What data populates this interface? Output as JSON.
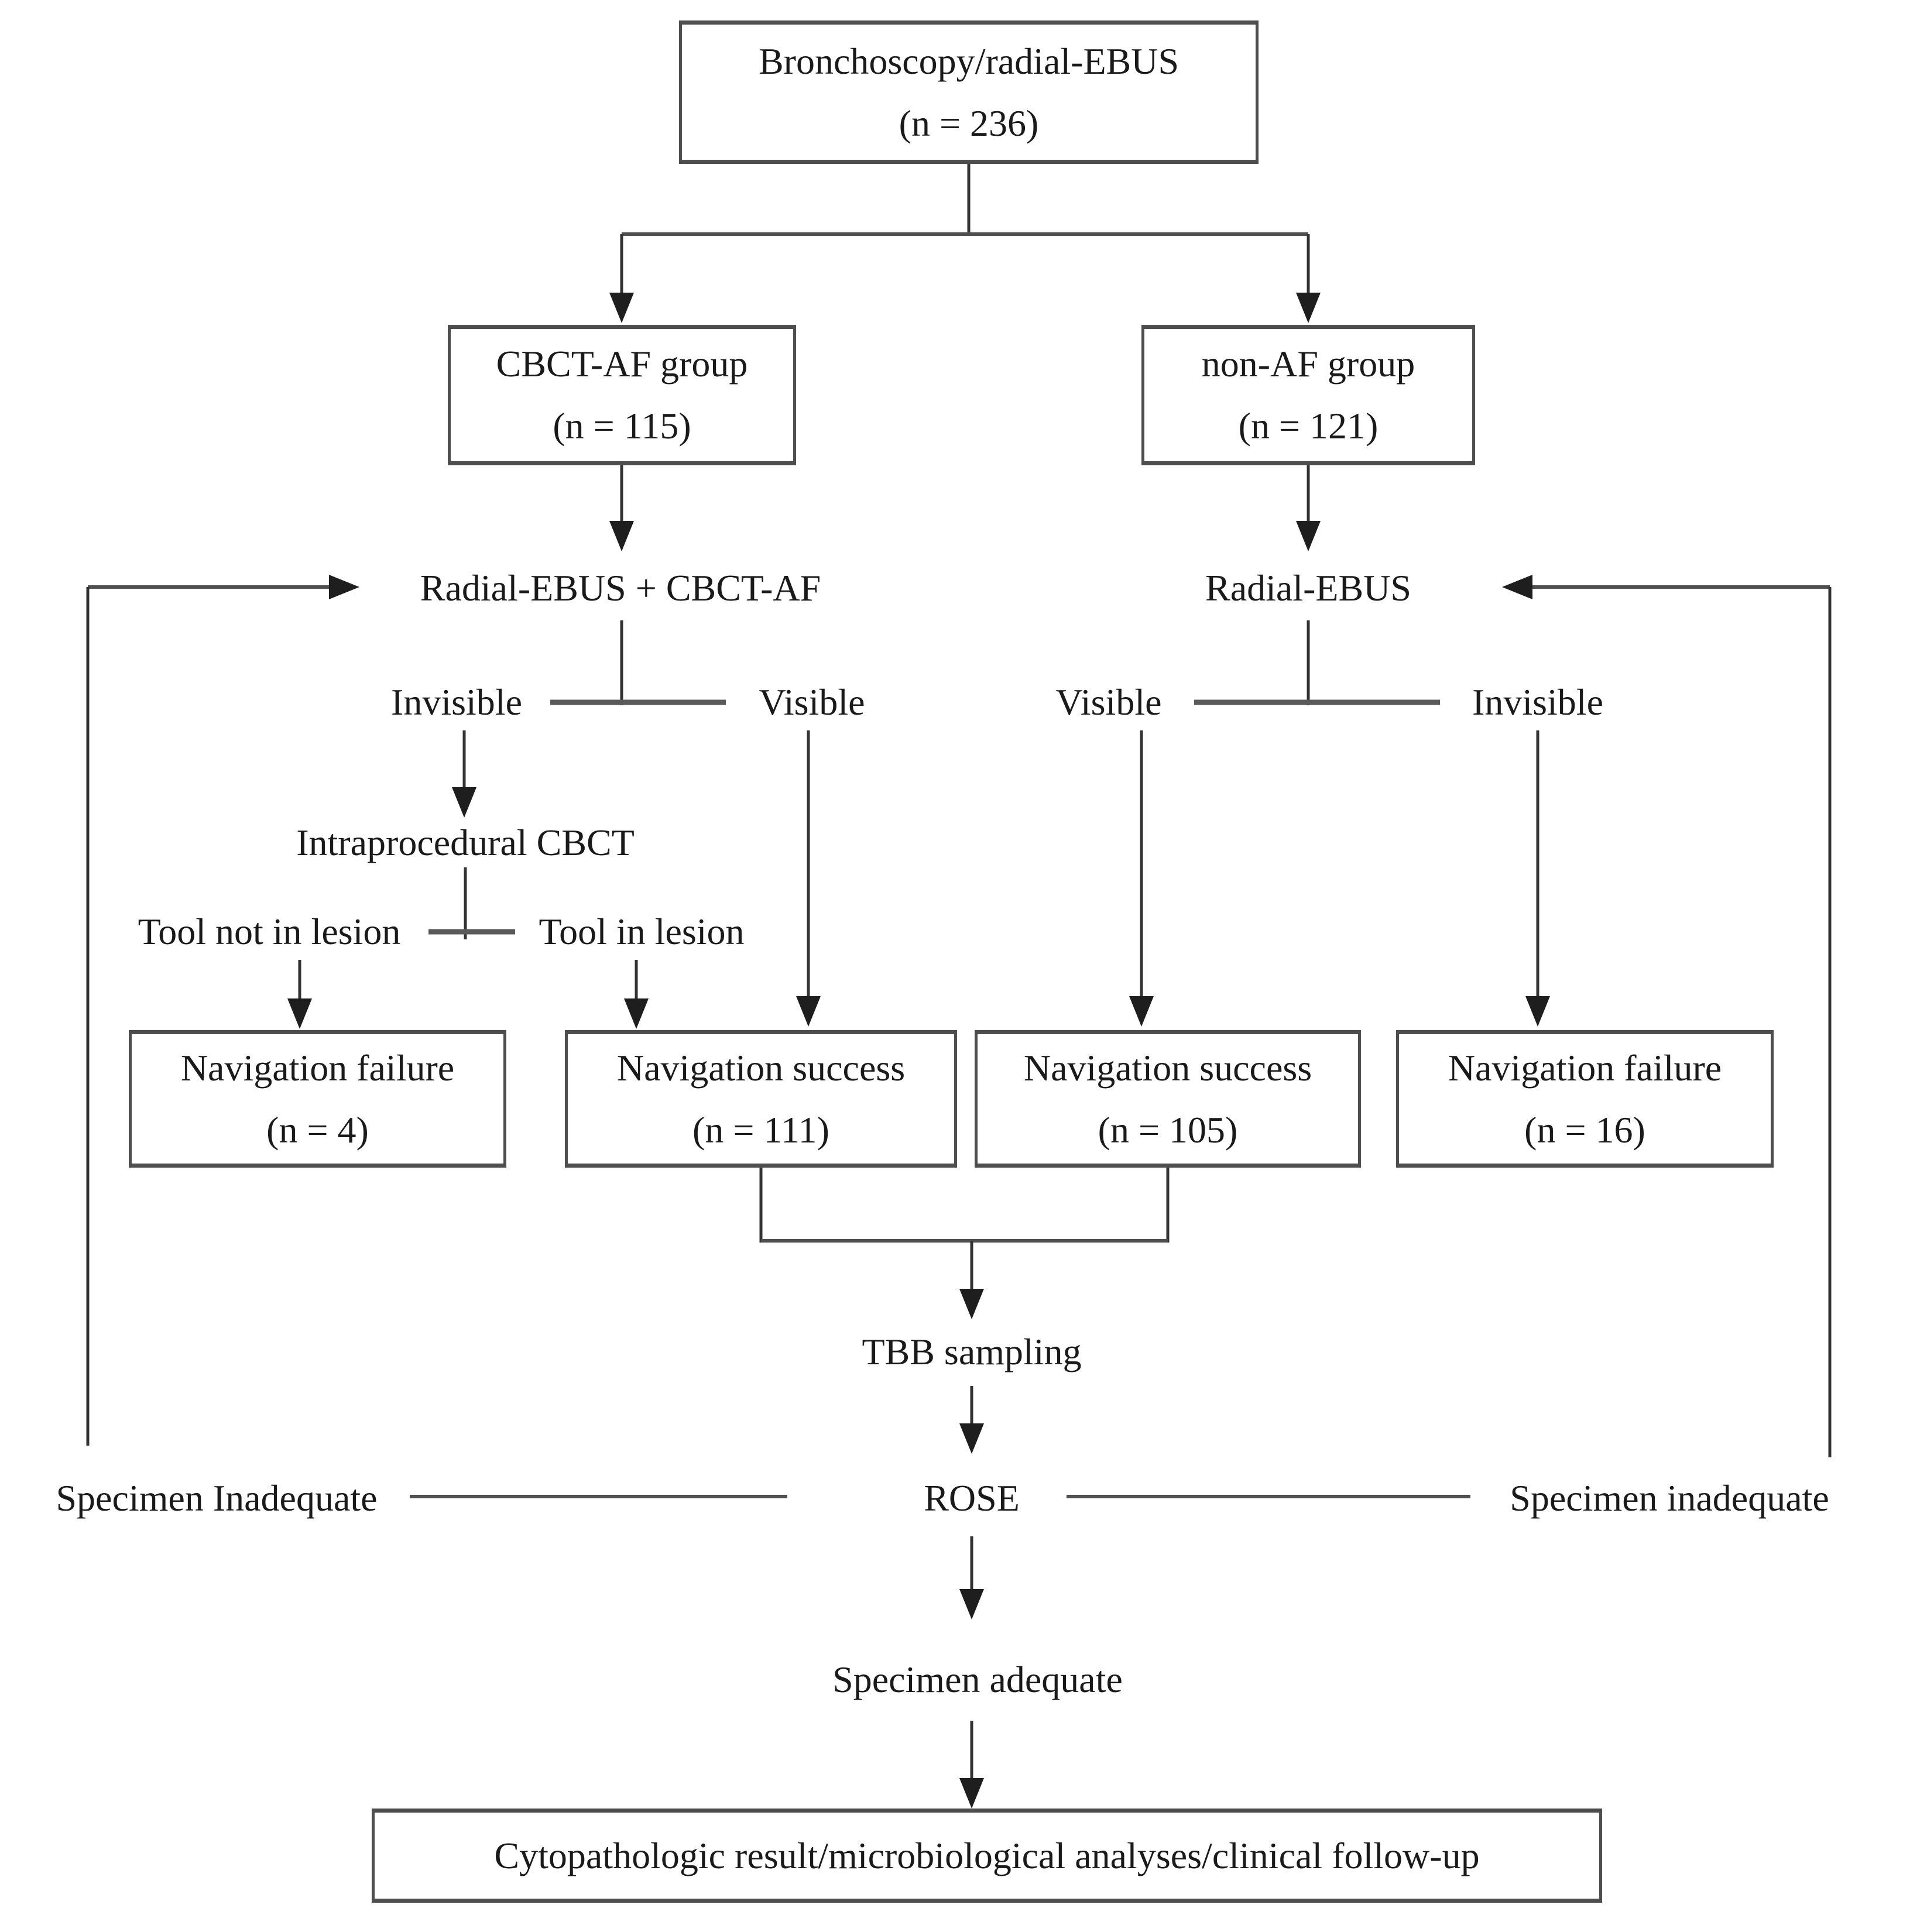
{
  "diagram": {
    "colors": {
      "background": "#ffffff",
      "line": "#333333",
      "connector_bar": "#5a5a5a",
      "box_border": "#4e4e4e",
      "arrowhead": "#1e1e1e",
      "text": "#1a1a1a"
    },
    "nodes": {
      "root": {
        "title": "Bronchoscopy/radial-EBUS",
        "n": "(n = 236)"
      },
      "cbct_af_group": {
        "title": "CBCT-AF group",
        "n": "(n = 115)"
      },
      "non_af_group": {
        "title": "non-AF group",
        "n": "(n = 121)"
      },
      "radial_ebus_cbct_af": {
        "title": "Radial-EBUS + CBCT-AF"
      },
      "radial_ebus": {
        "title": "Radial-EBUS"
      },
      "invisible_left": {
        "title": "Invisible"
      },
      "visible_left": {
        "title": "Visible"
      },
      "visible_right": {
        "title": "Visible"
      },
      "invisible_right": {
        "title": "Invisible"
      },
      "intraprocedural_cbct": {
        "title": "Intraprocedural CBCT"
      },
      "tool_not_in_lesion": {
        "title": "Tool not in lesion"
      },
      "tool_in_lesion": {
        "title": "Tool in lesion"
      },
      "navigation_failure_cbct": {
        "title": "Navigation failure",
        "n": "(n = 4)"
      },
      "navigation_success_cbct": {
        "title": "Navigation success",
        "n": "(n = 111)"
      },
      "navigation_success_non_af": {
        "title": "Navigation success",
        "n": "(n = 105)"
      },
      "navigation_failure_non_af": {
        "title": "Navigation failure",
        "n": "(n = 16)"
      },
      "tbb_sampling": {
        "title": "TBB sampling"
      },
      "rose": {
        "title": "ROSE"
      },
      "specimen_inadequate_left": {
        "title": "Specimen Inadequate"
      },
      "specimen_inadequate_right": {
        "title": "Specimen inadequate"
      },
      "specimen_adequate": {
        "title": "Specimen adequate"
      },
      "final_outcome": {
        "title": "Cytopathologic result/microbiological analyses/clinical follow-up"
      }
    }
  }
}
